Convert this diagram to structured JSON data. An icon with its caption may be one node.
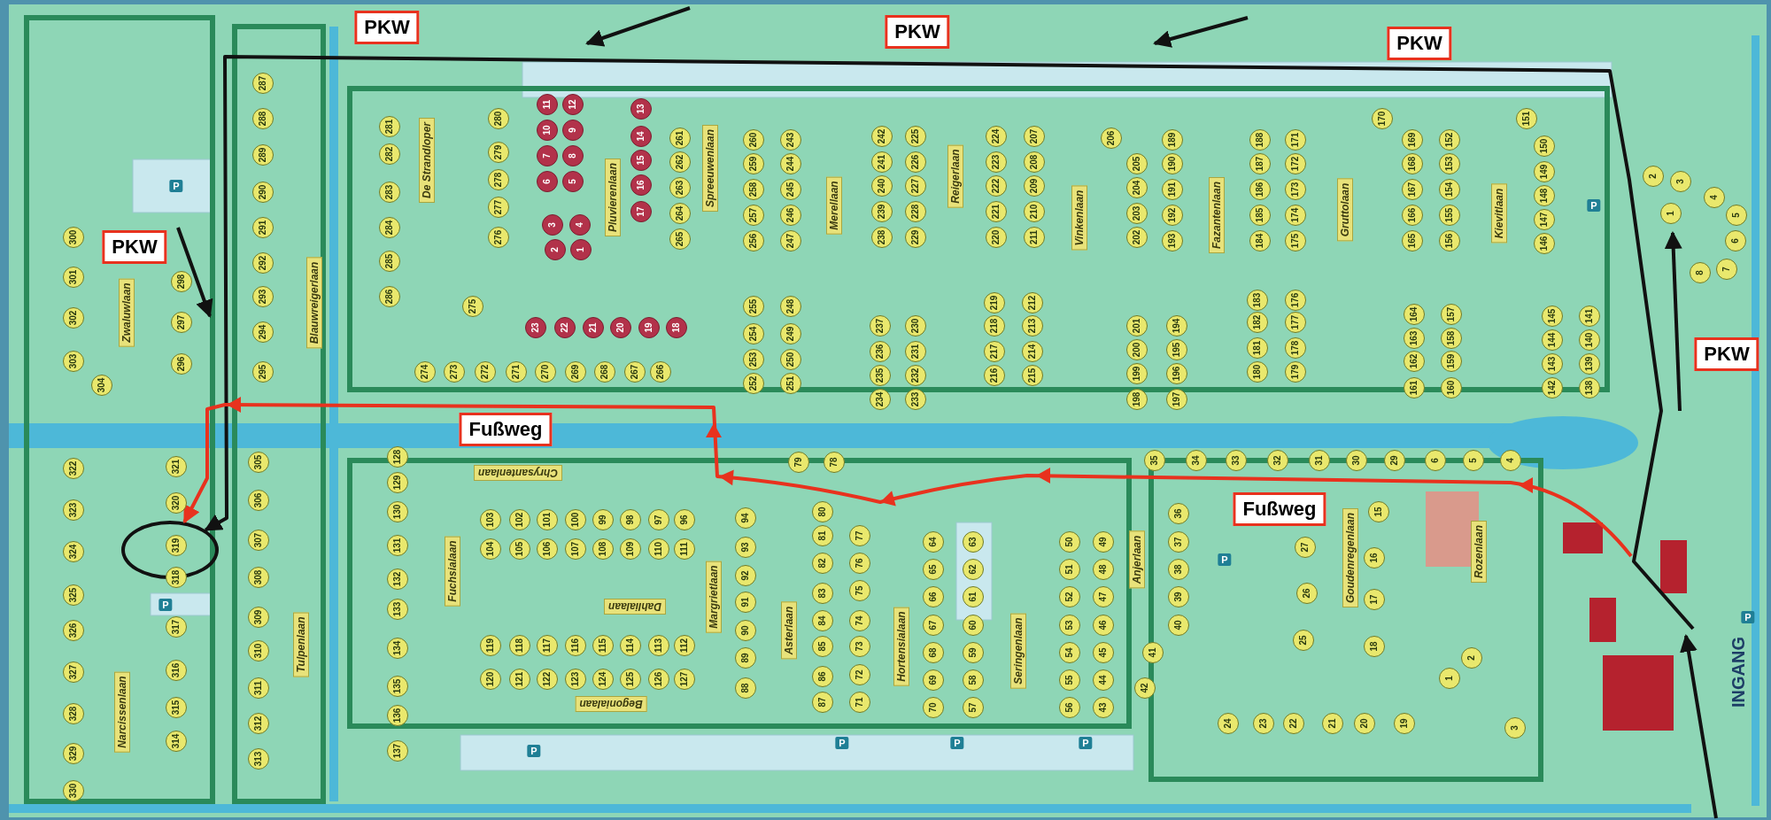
{
  "diagram": {
    "nodes": [
      {
        "text": [
          "PKW"
        ]
      },
      {
        "text": [
          "PKW"
        ]
      },
      {
        "text": [
          "PKW"
        ]
      },
      {
        "text": [
          "PKW"
        ]
      },
      {
        "text": [
          "PKW"
        ]
      },
      {
        "text": [
          "Fußweg"
        ]
      },
      {
        "text": [
          "Fußweg"
        ]
      },
      {
        "text": [],
        "shape": "circle"
      }
    ],
    "edges": [
      {
        "from": null,
        "to": 7,
        "arrow": "to"
      },
      {
        "from": null,
        "to": 7,
        "arrow": "to",
        "color": "#e8321e"
      }
    ],
    "labels": [
      "287",
      "288",
      "289",
      "290",
      "291",
      "292",
      "293",
      "294",
      "295",
      "Blauwreigerlaan",
      "11",
      "12",
      "10",
      "9",
      "7",
      "8",
      "6",
      "5",
      "3",
      "4",
      "2",
      "1",
      "13",
      "14",
      "15",
      "16",
      "17",
      "Pluvierenlaan",
      "281",
      "282",
      "283",
      "284",
      "285",
      "286",
      "De Strandloper",
      "280",
      "279",
      "278",
      "277",
      "276",
      "275",
      "261",
      "262",
      "263",
      "264",
      "265",
      "Spreeuwenlaan",
      "260",
      "259",
      "258",
      "257",
      "256",
      "243",
      "244",
      "245",
      "246",
      "247",
      "Merellaan",
      "242",
      "241",
      "240",
      "239",
      "238",
      "225",
      "226",
      "227",
      "228",
      "229",
      "Reigerlaan",
      "224",
      "223",
      "222",
      "221",
      "220",
      "207",
      "208",
      "209",
      "210",
      "211",
      "Vinkenlaan",
      "206",
      "205",
      "204",
      "203",
      "202",
      "189",
      "190",
      "191",
      "192",
      "193",
      "Fazantenlaan",
      "188",
      "187",
      "186",
      "185",
      "184",
      "171",
      "172",
      "173",
      "174",
      "175",
      "Gruttolaan",
      "170",
      "169",
      "168",
      "167",
      "166",
      "165",
      "152",
      "153",
      "154",
      "155",
      "156",
      "Kievitlaan",
      "151",
      "150",
      "149",
      "148",
      "147",
      "146",
      "P",
      "2",
      "3",
      "1",
      "4",
      "5",
      "6",
      "7",
      "8",
      "300",
      "301",
      "302",
      "303",
      "304",
      "298",
      "297",
      "296",
      "Zwaluwlaan",
      "P",
      "23",
      "22",
      "21",
      "20",
      "19",
      "18",
      "274",
      "273",
      "272",
      "271",
      "270",
      "269",
      "268",
      "267",
      "266",
      "255",
      "254",
      "253",
      "252",
      "248",
      "249",
      "250",
      "251",
      "237",
      "236",
      "235",
      "234",
      "230",
      "231",
      "232",
      "233",
      "219",
      "218",
      "217",
      "216",
      "212",
      "213",
      "214",
      "215",
      "201",
      "200",
      "199",
      "198",
      "194",
      "195",
      "196",
      "197",
      "183",
      "182",
      "181",
      "180",
      "176",
      "177",
      "178",
      "179",
      "164",
      "163",
      "162",
      "161",
      "157",
      "158",
      "159",
      "160",
      "145",
      "144",
      "143",
      "142",
      "141",
      "140",
      "139",
      "138",
      "79",
      "78",
      "35",
      "34",
      "33",
      "32",
      "31",
      "30",
      "29",
      "6",
      "5",
      "4",
      "322",
      "323",
      "324",
      "325",
      "326",
      "327",
      "328",
      "329",
      "330",
      "321",
      "320",
      "319",
      "318",
      "317",
      "316",
      "315",
      "314",
      "Narcissenlaan",
      "P",
      "305",
      "306",
      "307",
      "308",
      "309",
      "310",
      "311",
      "312",
      "313",
      "Tulpenlaan",
      "128",
      "129",
      "130",
      "131",
      "132",
      "133",
      "134",
      "135",
      "136",
      "137",
      "Chrysantenlaan",
      "Fuchsialaan",
      "103",
      "102",
      "101",
      "100",
      "99",
      "98",
      "97",
      "96",
      "104",
      "105",
      "106",
      "107",
      "108",
      "109",
      "110",
      "111",
      "Dahlialaan",
      "119",
      "118",
      "117",
      "116",
      "115",
      "114",
      "113",
      "112",
      "120",
      "121",
      "122",
      "123",
      "124",
      "125",
      "126",
      "127",
      "Begonialaan",
      "P",
      "Margrietlaan",
      "94",
      "93",
      "92",
      "91",
      "90",
      "89",
      "88",
      "Asterlaan",
      "80",
      "81",
      "82",
      "83",
      "84",
      "85",
      "86",
      "87",
      "77",
      "76",
      "75",
      "74",
      "73",
      "72",
      "71",
      "Hortensialaan",
      "64",
      "65",
      "66",
      "67",
      "68",
      "69",
      "70",
      "63",
      "62",
      "61",
      "60",
      "59",
      "58",
      "57",
      "Seringenlaan",
      "50",
      "51",
      "52",
      "53",
      "54",
      "55",
      "56",
      "49",
      "48",
      "47",
      "46",
      "45",
      "44",
      "43",
      "Anjerlaan",
      "36",
      "37",
      "38",
      "39",
      "40",
      "41",
      "42",
      "P",
      "P",
      "P",
      "P",
      "27",
      "26",
      "25",
      "Goudenregenlaan",
      "15",
      "16",
      "17",
      "18",
      "Rozenlaan",
      "24",
      "23",
      "22",
      "21",
      "20",
      "19",
      "1",
      "2",
      "3",
      "INGANG",
      "P"
    ]
  }
}
